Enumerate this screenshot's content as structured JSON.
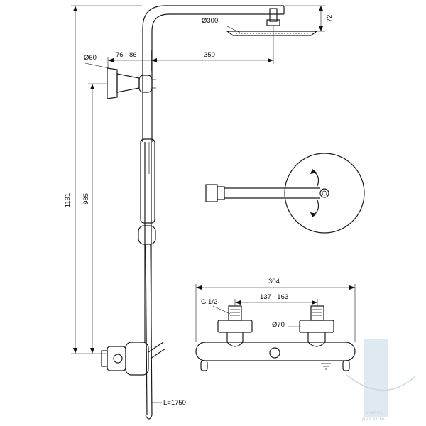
{
  "dimensions": {
    "head_diameter": "Ø300",
    "head_height": "72",
    "arm_offset": "76 - 86",
    "arm_length": "350",
    "bracket_diameter": "Ø60",
    "total_height": "1191",
    "bracket_height": "985",
    "hose_length": "L=1750",
    "mixer_width": "304",
    "inlet_spacing": "137 - 163",
    "inlet_thread": "G 1/2",
    "inlet_diameter": "Ø70"
  },
  "watermark": {
    "line1": "vennu",
    "line2": "paseule"
  },
  "colors": {
    "line": "#1a1a1a",
    "watermark": "#b9c9d4",
    "watermark_bar": "#dfe9f1"
  }
}
